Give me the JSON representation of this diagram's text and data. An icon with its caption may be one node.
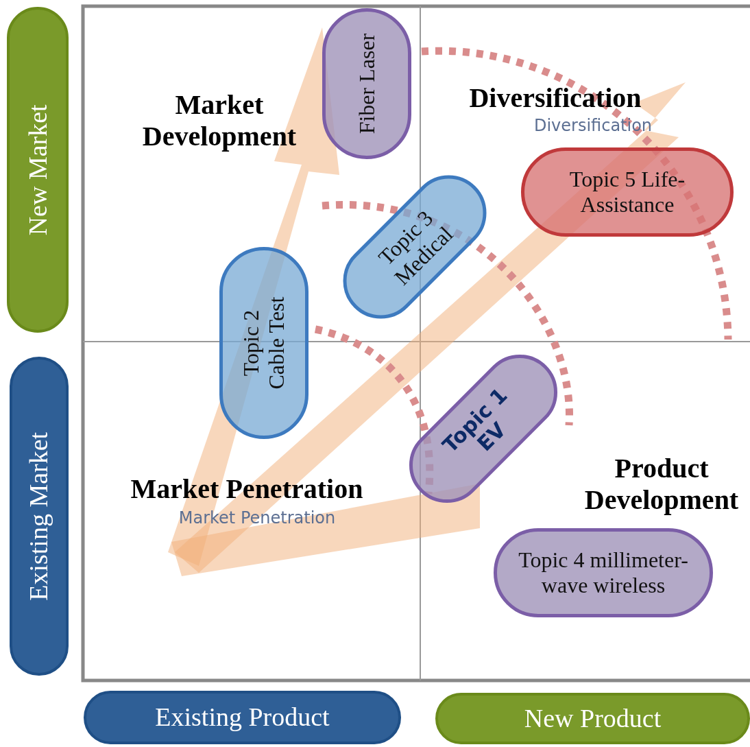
{
  "diagram": {
    "nodes": [
      {
        "text": [
          "New Market"
        ]
      },
      {
        "text": [
          "Existing Market"
        ]
      },
      {
        "text": [
          "Existing Product"
        ]
      },
      {
        "text": [
          "New Product"
        ]
      },
      {
        "text": [
          "Fiber Laser"
        ]
      },
      {
        "text": [
          "Topic 3 Medical"
        ]
      },
      {
        "text": [
          "Topic 2 Cable Test"
        ]
      },
      {
        "text": [
          "Topic 1 EV"
        ]
      },
      {
        "text": [
          "Topic 5 Life-Assistance"
        ]
      },
      {
        "text": [
          "Topic 4 millimeter-wave wireless"
        ]
      }
    ],
    "edges": [],
    "labels": [
      "Market Development",
      "Diversification",
      "Diversification",
      "Market Penetration",
      "Market Penetration",
      "Product Development"
    ]
  }
}
